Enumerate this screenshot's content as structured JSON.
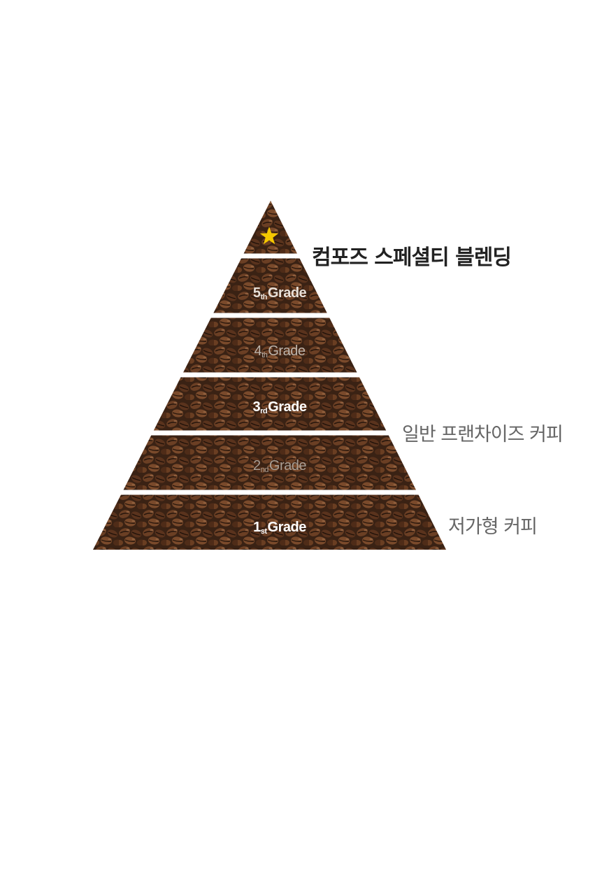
{
  "pyramid": {
    "top_tier_icon": "star-icon",
    "tiers": [
      {
        "num": "5",
        "suffix": "th",
        "word": "Grade",
        "color": "#e8e0d8"
      },
      {
        "num": "4",
        "suffix": "th",
        "word": "Grade",
        "color": "#bdb3aa"
      },
      {
        "num": "3",
        "suffix": "rd",
        "word": "Grade",
        "color": "#ffffff"
      },
      {
        "num": "2",
        "suffix": "nd",
        "word": "Grade",
        "color": "#a89d93"
      },
      {
        "num": "1",
        "suffix": "st",
        "word": "Grade",
        "color": "#ffffff"
      }
    ]
  },
  "labels": {
    "top": "컴포즈 스페셜티 블렌딩",
    "middle": "일반 프랜차이즈 커피",
    "bottom": "저가형 커피"
  },
  "colors": {
    "star": "#f5c800",
    "bean_dark": "#2b1810",
    "bean_mid": "#5a3520",
    "bean_light": "#8a5a38",
    "top_label": "#222222",
    "side_label": "#666666"
  }
}
